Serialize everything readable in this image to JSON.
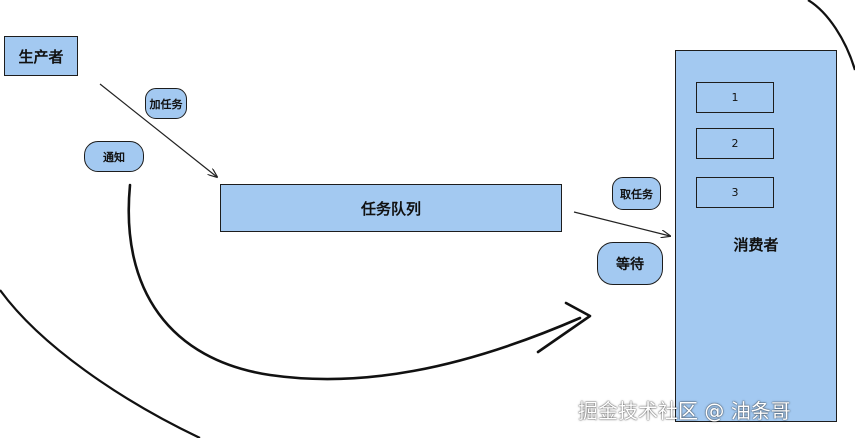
{
  "nodes": {
    "producer": "生产者",
    "task_queue": "任务队列",
    "consumer": "消费者"
  },
  "slots": [
    "1",
    "2",
    "3"
  ],
  "labels": {
    "add_task": "加任务",
    "notify": "通知",
    "take_task": "取任务",
    "wait": "等待"
  },
  "watermark": "掘金技术社区 @ 油条哥",
  "colors": {
    "box_fill": "#a3c9f1",
    "stroke": "#1d1d1d"
  }
}
